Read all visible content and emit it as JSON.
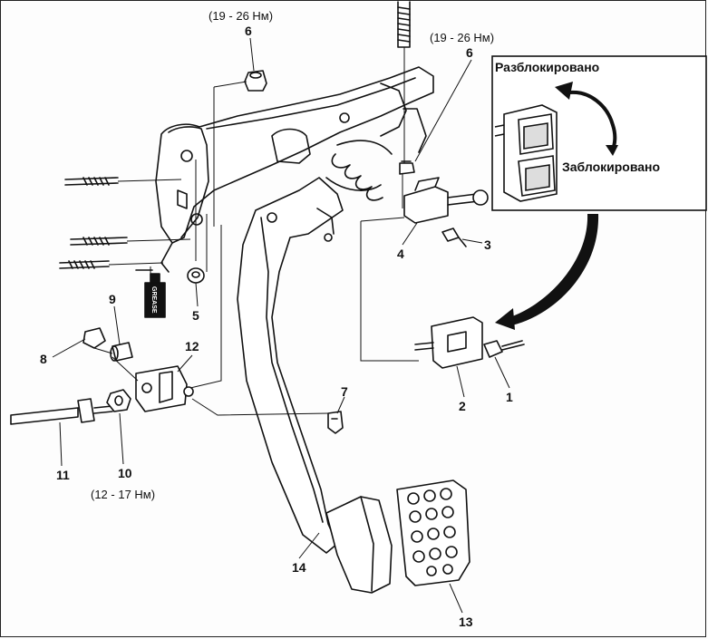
{
  "torque_specs": {
    "top_left": "(19 - 26 Нм)",
    "top_right": "(19 - 26 Нм)",
    "bottom_left": "(12 - 17 Нм)"
  },
  "inset": {
    "unlocked": "Разблокировано",
    "locked": "Заблокировано"
  },
  "grease_label": "GREASE",
  "callouts": [
    "1",
    "2",
    "3",
    "4",
    "5",
    "6",
    "6",
    "7",
    "8",
    "9",
    "10",
    "11",
    "12",
    "13",
    "14"
  ]
}
